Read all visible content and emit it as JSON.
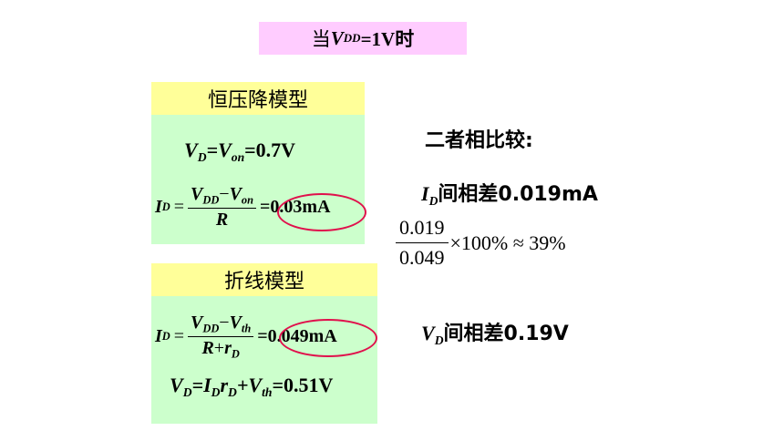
{
  "title": {
    "prefix": "当",
    "var": "V",
    "sub": "DD",
    "suffix": "=1V时"
  },
  "model1": {
    "heading": "恒压降模型",
    "eq1": {
      "lhs": "V",
      "lhs_sub": "D",
      "mid": "=V",
      "mid_sub": "on",
      "rhs": "=0.7V"
    },
    "eq2": {
      "lhs": "I",
      "lhs_sub": "D",
      "eq": "=",
      "num_a": "V",
      "num_a_sub": "DD",
      "minus": "−",
      "num_b": "V",
      "num_b_sub": "on",
      "den": "R",
      "result": "=0.03mA"
    }
  },
  "model2": {
    "heading": "折线模型",
    "eq1": {
      "lhs": "I",
      "lhs_sub": "D",
      "eq": "=",
      "num_a": "V",
      "num_a_sub": "DD",
      "minus": "−",
      "num_b": "V",
      "num_b_sub": "th",
      "den_a": "R",
      "plus": "+",
      "den_b": "r",
      "den_b_sub": "D",
      "result": "=0.049mA"
    },
    "eq2": {
      "a": "V",
      "a_sub": "D",
      "b": "=I",
      "b_sub": "D",
      "c": "r",
      "c_sub": "D",
      "d": "+V",
      "d_sub": "th",
      "rhs": "=0.51V"
    }
  },
  "compare": {
    "heading": "二者相比较:",
    "line1": {
      "var": "I",
      "sub": "D",
      "text": "间相差0.019mA"
    },
    "ratio": {
      "num": "0.019",
      "den": "0.049",
      "tail": "×100% ≈ 39%"
    },
    "line2": {
      "var": "V",
      "sub": "D",
      "text": "间相差0.19V"
    }
  }
}
